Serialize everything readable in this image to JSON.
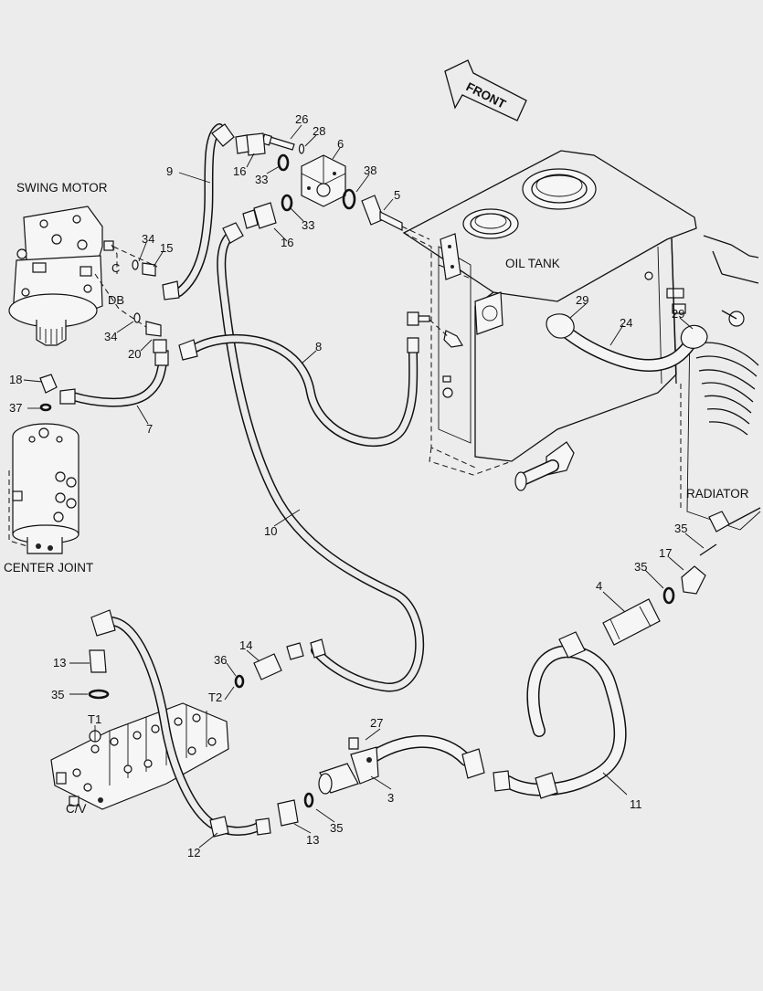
{
  "labels": {
    "front": "FRONT",
    "swing_motor": "SWING MOTOR",
    "oil_tank": "OIL TANK",
    "radiator": "RADIATOR",
    "center_joint": "CENTER JOINT",
    "control_valve": "C/V",
    "port_c": "C",
    "port_db": "DB",
    "port_t1": "T1",
    "port_t2": "T2"
  },
  "callouts": {
    "n3": "3",
    "n4": "4",
    "n5": "5",
    "n6": "6",
    "n7": "7",
    "n8": "8",
    "n9": "9",
    "n10": "10",
    "n11": "11",
    "n12": "12",
    "n13a": "13",
    "n13b": "13",
    "n14": "14",
    "n15": "15",
    "n16a": "16",
    "n16b": "16",
    "n17": "17",
    "n18": "18",
    "n20": "20",
    "n24": "24",
    "n26": "26",
    "n27": "27",
    "n28": "28",
    "n29a": "29",
    "n29b": "29",
    "n33a": "33",
    "n33b": "33",
    "n34a": "34",
    "n34b": "34",
    "n35a": "35",
    "n35b": "35",
    "n35c": "35",
    "n35d": "35",
    "n36": "36",
    "n37": "37",
    "n38": "38"
  }
}
